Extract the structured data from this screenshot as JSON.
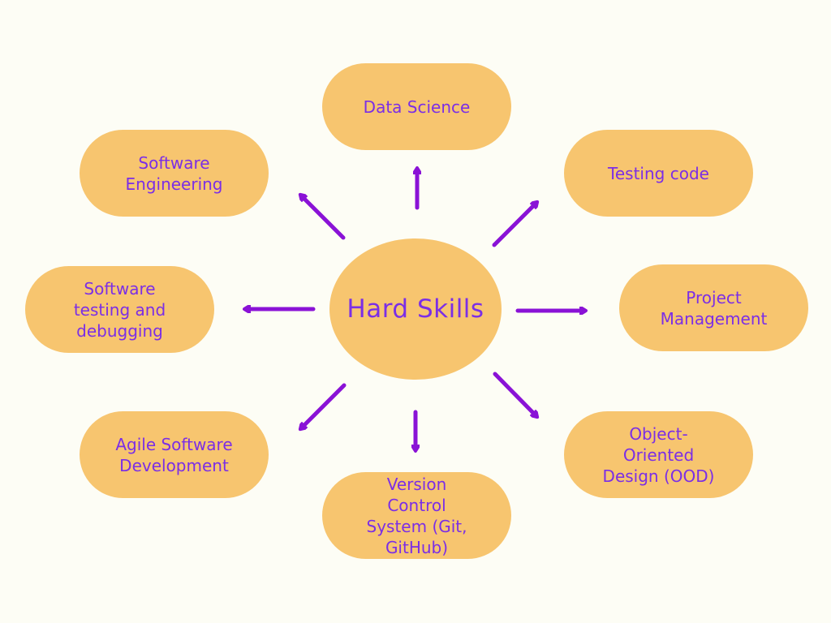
{
  "center_label": "Hard Skills",
  "nodes": {
    "data_science": "Data Science",
    "software_engineering": "Software\nEngineering",
    "testing_code": "Testing code",
    "software_testing": "Software\ntesting and\ndebugging",
    "project_management": "Project\nManagement",
    "agile": "Agile Software\nDevelopment",
    "ood": "Object-\nOriented\nDesign (OOD)",
    "vcs": "Version\nControl\nSystem (Git,\nGitHub)"
  },
  "colors": {
    "background": "#fdfdf5",
    "node_fill": "#f7c56f",
    "text": "#7b2ee6",
    "arrow": "#8a12d6"
  }
}
